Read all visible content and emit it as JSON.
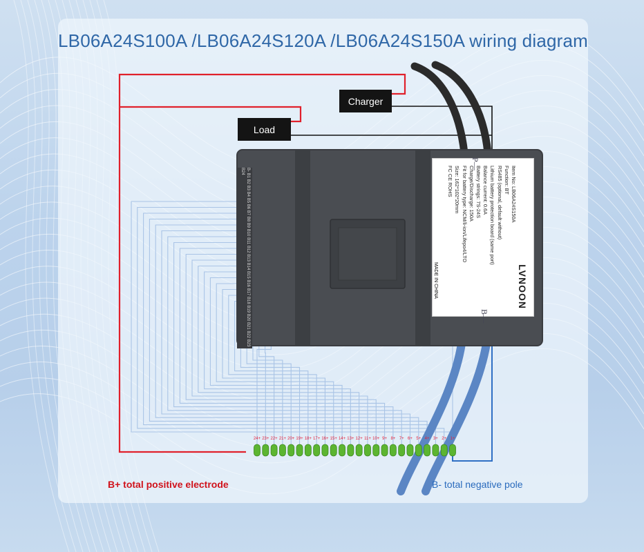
{
  "title": "LB06A24S100A /LB06A24S120A /LB06A24S150A wiring diagram",
  "labels": {
    "charger": "Charger",
    "load": "Load",
    "b_plus": "B+ total positive electrode",
    "b_minus": "B- total negative pole",
    "p_minus": "P—",
    "b_minus_port": "B—"
  },
  "sticker": {
    "brand": "LVNOON",
    "lines": [
      "Item No: LB06A24S150A",
      "Function: BT",
      "RS485 (optional, default without)",
      "Lithium battery protection board (same port)",
      "Balance current: 0.6A",
      "Battery strings: 7S-24S",
      "Charge/Discharge: 150A",
      "Fit for battery type: NCM/li-ion/Lifepo4/LTO",
      "Size: 162*102*20mm",
      "FC CE ROHS"
    ],
    "made_in": "MADE IN CHINA"
  },
  "sense_pins": "B- B1 B2 B3 B4 B5 B6 B7 B8 B9 B10 B11 B12 B13 B14 B15 B16 B17 B18 B19 B20 B21 B22 B23 B24",
  "cells": {
    "count": 24,
    "labels": [
      "24+",
      "23+",
      "22+",
      "21+",
      "20+",
      "19+",
      "18+",
      "17+",
      "16+",
      "15+",
      "14+",
      "13+",
      "12+",
      "11+",
      "10+",
      "9+",
      "8+",
      "7+",
      "6+",
      "5+",
      "4+",
      "3+",
      "2+",
      "1+"
    ]
  },
  "colors": {
    "positive_wire": "#e0202b",
    "negative_wire": "#2f6fc4",
    "sense_wire": "#a9c4e6",
    "board": "#4a4d52",
    "cell": "#5cb531",
    "title": "#2f67a7"
  }
}
